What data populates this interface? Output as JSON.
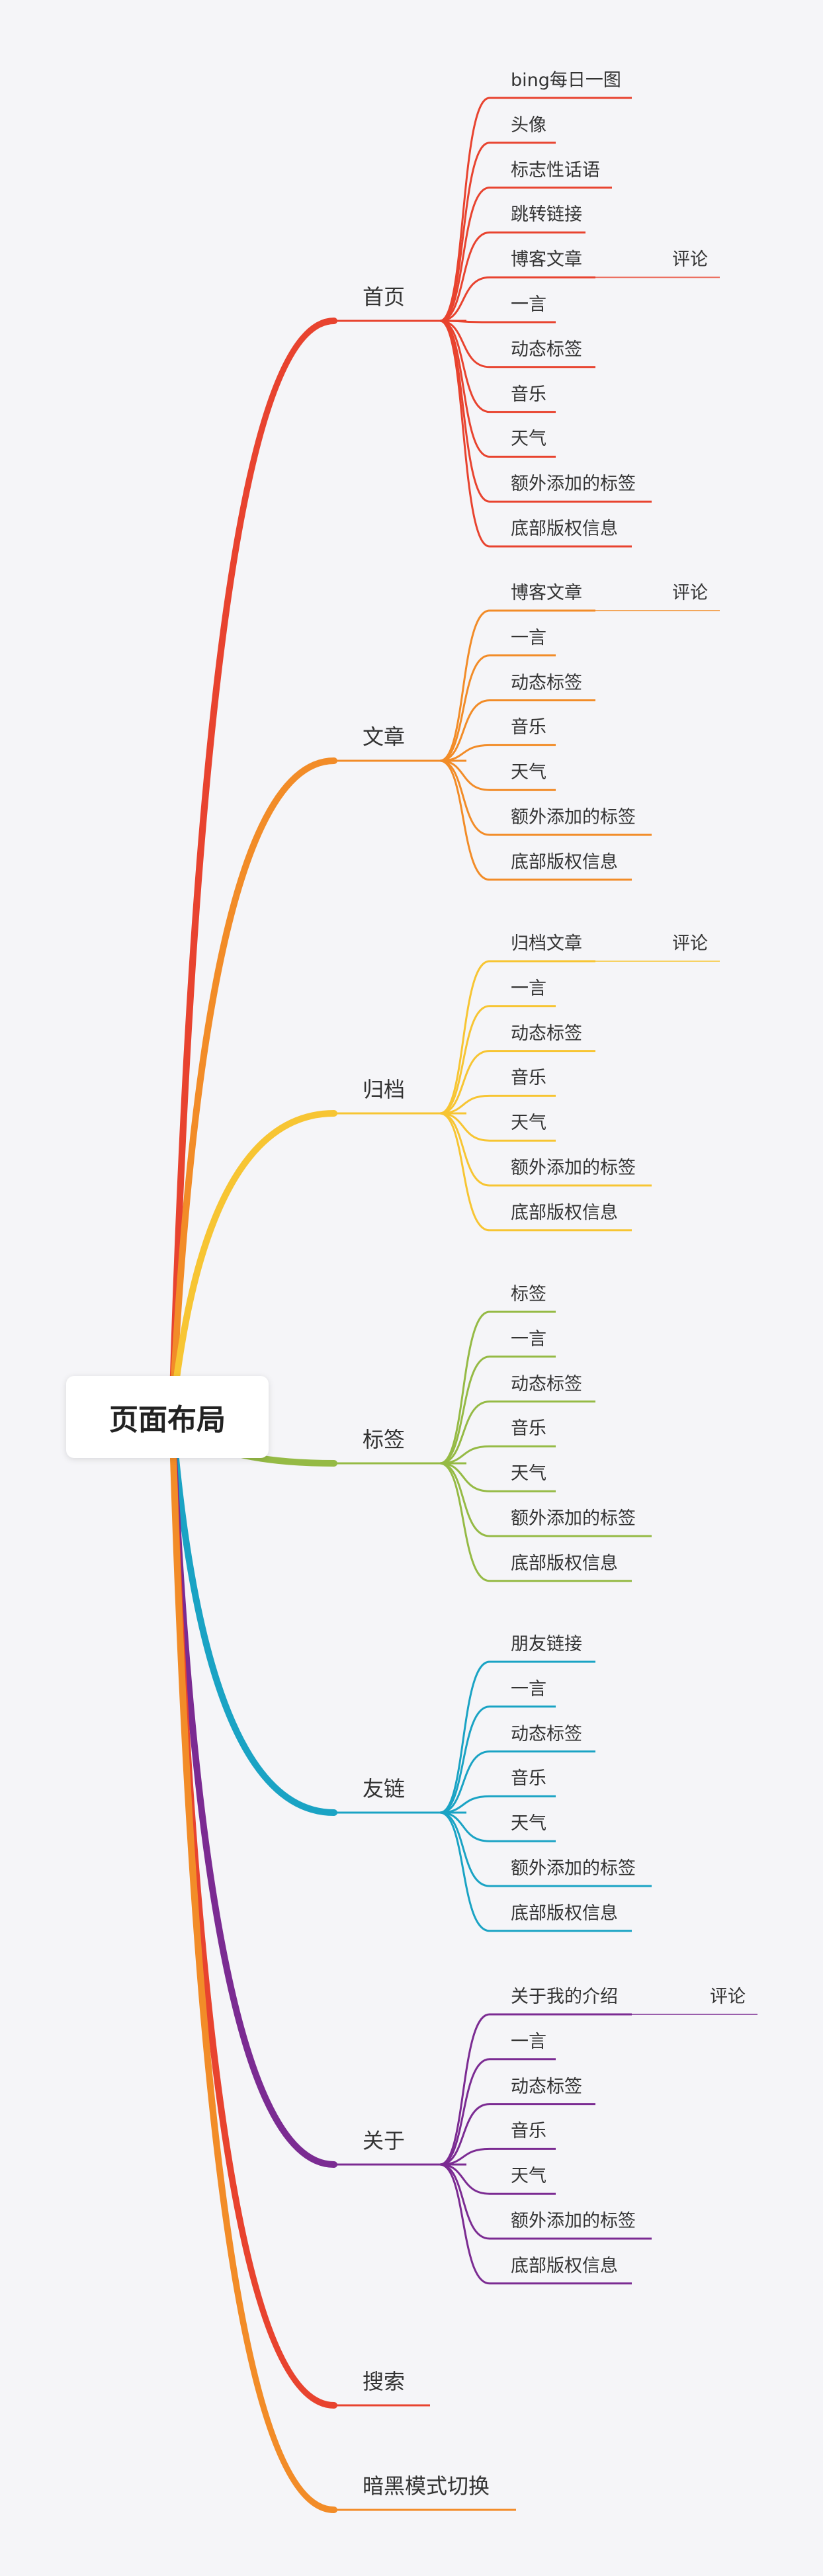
{
  "root": "页面布局",
  "colors": {
    "首页": "#e8432f",
    "文章": "#f28c28",
    "归档": "#f7c533",
    "标签": "#95ba45",
    "友链": "#1aa3c4",
    "关于": "#7b2b92",
    "搜索": "#e8432f",
    "暗黑模式切换": "#f28c28"
  },
  "branches": [
    {
      "label": "首页",
      "children": [
        {
          "label": "bing每日一图"
        },
        {
          "label": "头像"
        },
        {
          "label": "标志性话语"
        },
        {
          "label": "跳转链接"
        },
        {
          "label": "博客文章",
          "child": "评论"
        },
        {
          "label": "一言"
        },
        {
          "label": "动态标签"
        },
        {
          "label": "音乐"
        },
        {
          "label": "天气"
        },
        {
          "label": "额外添加的标签"
        },
        {
          "label": "底部版权信息"
        }
      ]
    },
    {
      "label": "文章",
      "children": [
        {
          "label": "博客文章",
          "child": "评论"
        },
        {
          "label": "一言"
        },
        {
          "label": "动态标签"
        },
        {
          "label": "音乐"
        },
        {
          "label": "天气"
        },
        {
          "label": "额外添加的标签"
        },
        {
          "label": "底部版权信息"
        }
      ]
    },
    {
      "label": "归档",
      "children": [
        {
          "label": "归档文章",
          "child": "评论"
        },
        {
          "label": "一言"
        },
        {
          "label": "动态标签"
        },
        {
          "label": "音乐"
        },
        {
          "label": "天气"
        },
        {
          "label": "额外添加的标签"
        },
        {
          "label": "底部版权信息"
        }
      ]
    },
    {
      "label": "标签",
      "children": [
        {
          "label": "标签"
        },
        {
          "label": "一言"
        },
        {
          "label": "动态标签"
        },
        {
          "label": "音乐"
        },
        {
          "label": "天气"
        },
        {
          "label": "额外添加的标签"
        },
        {
          "label": "底部版权信息"
        }
      ]
    },
    {
      "label": "友链",
      "children": [
        {
          "label": "朋友链接"
        },
        {
          "label": "一言"
        },
        {
          "label": "动态标签"
        },
        {
          "label": "音乐"
        },
        {
          "label": "天气"
        },
        {
          "label": "额外添加的标签"
        },
        {
          "label": "底部版权信息"
        }
      ]
    },
    {
      "label": "关于",
      "children": [
        {
          "label": "关于我的介绍",
          "child": "评论"
        },
        {
          "label": "一言"
        },
        {
          "label": "动态标签"
        },
        {
          "label": "音乐"
        },
        {
          "label": "天气"
        },
        {
          "label": "额外添加的标签"
        },
        {
          "label": "底部版权信息"
        }
      ]
    },
    {
      "label": "搜索",
      "children": []
    },
    {
      "label": "暗黑模式切换",
      "children": []
    }
  ]
}
